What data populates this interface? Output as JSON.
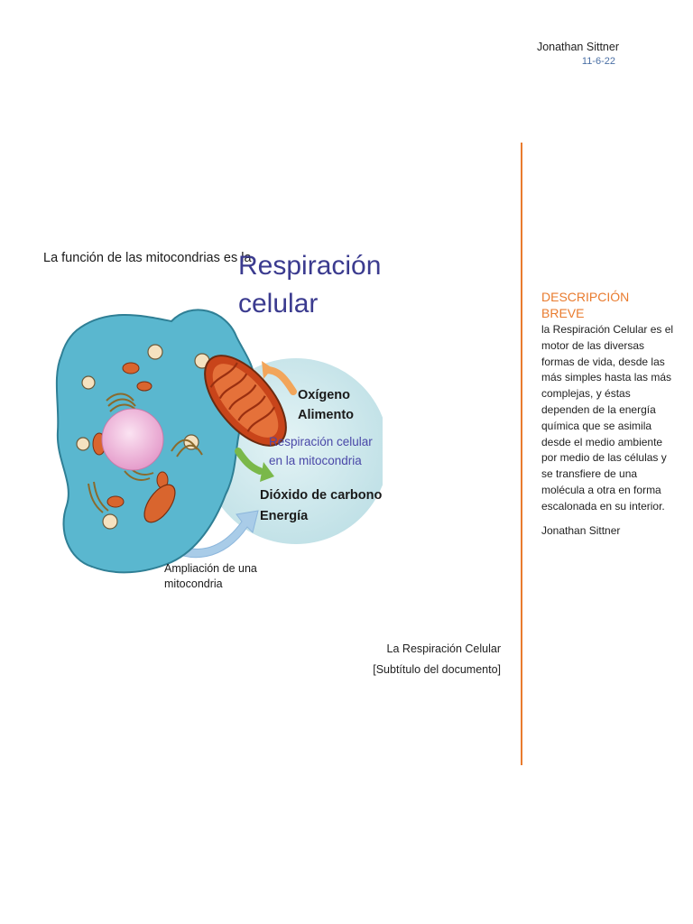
{
  "header": {
    "author": "Jonathan Sittner",
    "date": "11-6-22"
  },
  "figure": {
    "intro_text": "La función de las mitocondrias es la",
    "title_line1": "Respiración",
    "title_line2": "celular",
    "label_oxygen": "Oxígeno",
    "label_food": "Alimento",
    "label_process_line1": "Respiración celular",
    "label_process_line2": "en la mitocondria",
    "label_co2": "Dióxido de carbono",
    "label_energy": "Energía",
    "caption_line1": "Ampliación de una",
    "caption_line2": "mitocondria"
  },
  "cover": {
    "title": "La Respiración Celular",
    "subtitle": "[Subtítulo del documento]"
  },
  "sidebar": {
    "heading": "DESCRIPCIÓN BREVE",
    "body": "la Respiración Celular es el motor de las diversas formas de vida, desde las más simples hasta las más complejas, y éstas dependen de la energía química que se asimila desde el medio ambiente por medio de las células y se transfiere de una molécula a otra en forma escalonada en su interior.",
    "author": "Jonathan Sittner"
  },
  "colors": {
    "accent": "#e97b2e",
    "date": "#4a6fa5",
    "title_blue": "#3b3b8f",
    "cell": "#5ab7cf",
    "zoom_circle": "#cde8ec"
  }
}
